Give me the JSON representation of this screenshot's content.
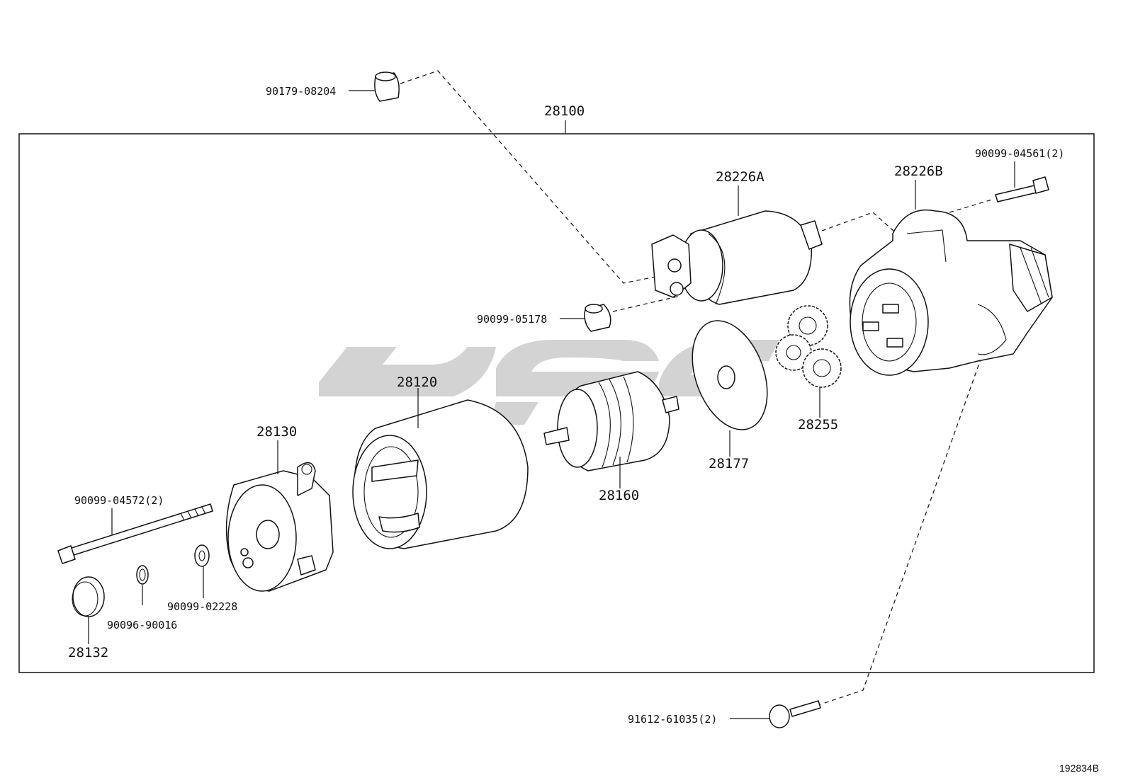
{
  "assembly": {
    "part_number": "28100"
  },
  "parts": {
    "p28226A": "28226A",
    "p28226B": "28226B",
    "p28120": "28120",
    "p28130": "28130",
    "p28160": "28160",
    "p28177": "28177",
    "p28255": "28255",
    "p28132": "28132",
    "b90179_08204": "90179-08204",
    "b90099_05178": "90099-05178",
    "b90099_04561": "90099-04561(2)",
    "b90099_04572": "90099-04572(2)",
    "b90099_02228": "90099-02228",
    "b90096_90016": "90096-90016",
    "b91612_61035": "91612-61035(2)"
  },
  "figure_id": "192834B"
}
